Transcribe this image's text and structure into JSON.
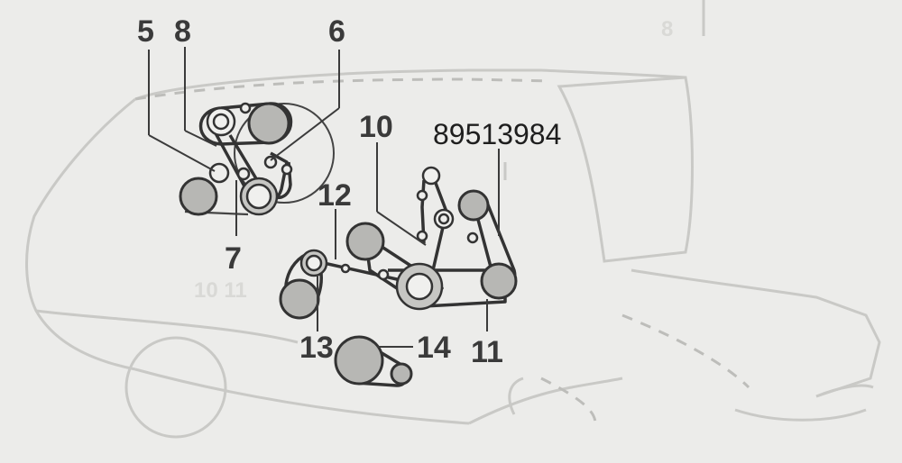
{
  "diagram": {
    "part_number": "89513984",
    "callouts": [
      {
        "id": "5",
        "label": "5"
      },
      {
        "id": "8",
        "label": "8"
      },
      {
        "id": "6",
        "label": "6"
      },
      {
        "id": "10",
        "label": "10"
      },
      {
        "id": "12",
        "label": "12"
      },
      {
        "id": "7",
        "label": "7"
      },
      {
        "id": "13",
        "label": "13"
      },
      {
        "id": "14",
        "label": "14"
      },
      {
        "id": "11",
        "label": "11"
      }
    ],
    "ghost_marks": {
      "top_right": "8",
      "left_mid": "10 11"
    }
  }
}
